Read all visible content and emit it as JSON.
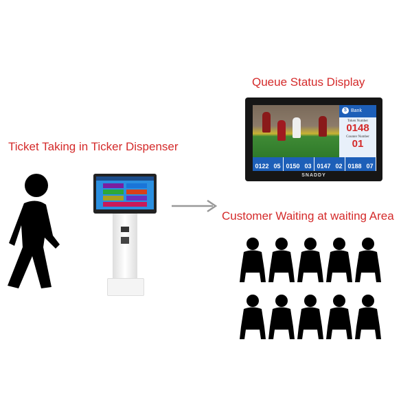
{
  "labels": {
    "ticket_taking": "Ticket Taking in Ticker Dispenser",
    "queue_display": "Queue Status Display",
    "customer_waiting": "Customer Waiting at waiting Area"
  },
  "display": {
    "bank_label": "Bank",
    "token_label": "Token Number",
    "token_value": "0148",
    "counter_label": "Counter Number",
    "counter_value": "01",
    "queue": [
      {
        "token": "0122",
        "counter": "05"
      },
      {
        "token": "0150",
        "counter": "03"
      },
      {
        "token": "0147",
        "counter": "02"
      },
      {
        "token": "0188",
        "counter": "07"
      }
    ],
    "brand": "SNADDY"
  },
  "colors": {
    "label_red": "#d42a2a",
    "display_blue": "#1d5fb8"
  },
  "waiting_people_count": 10
}
